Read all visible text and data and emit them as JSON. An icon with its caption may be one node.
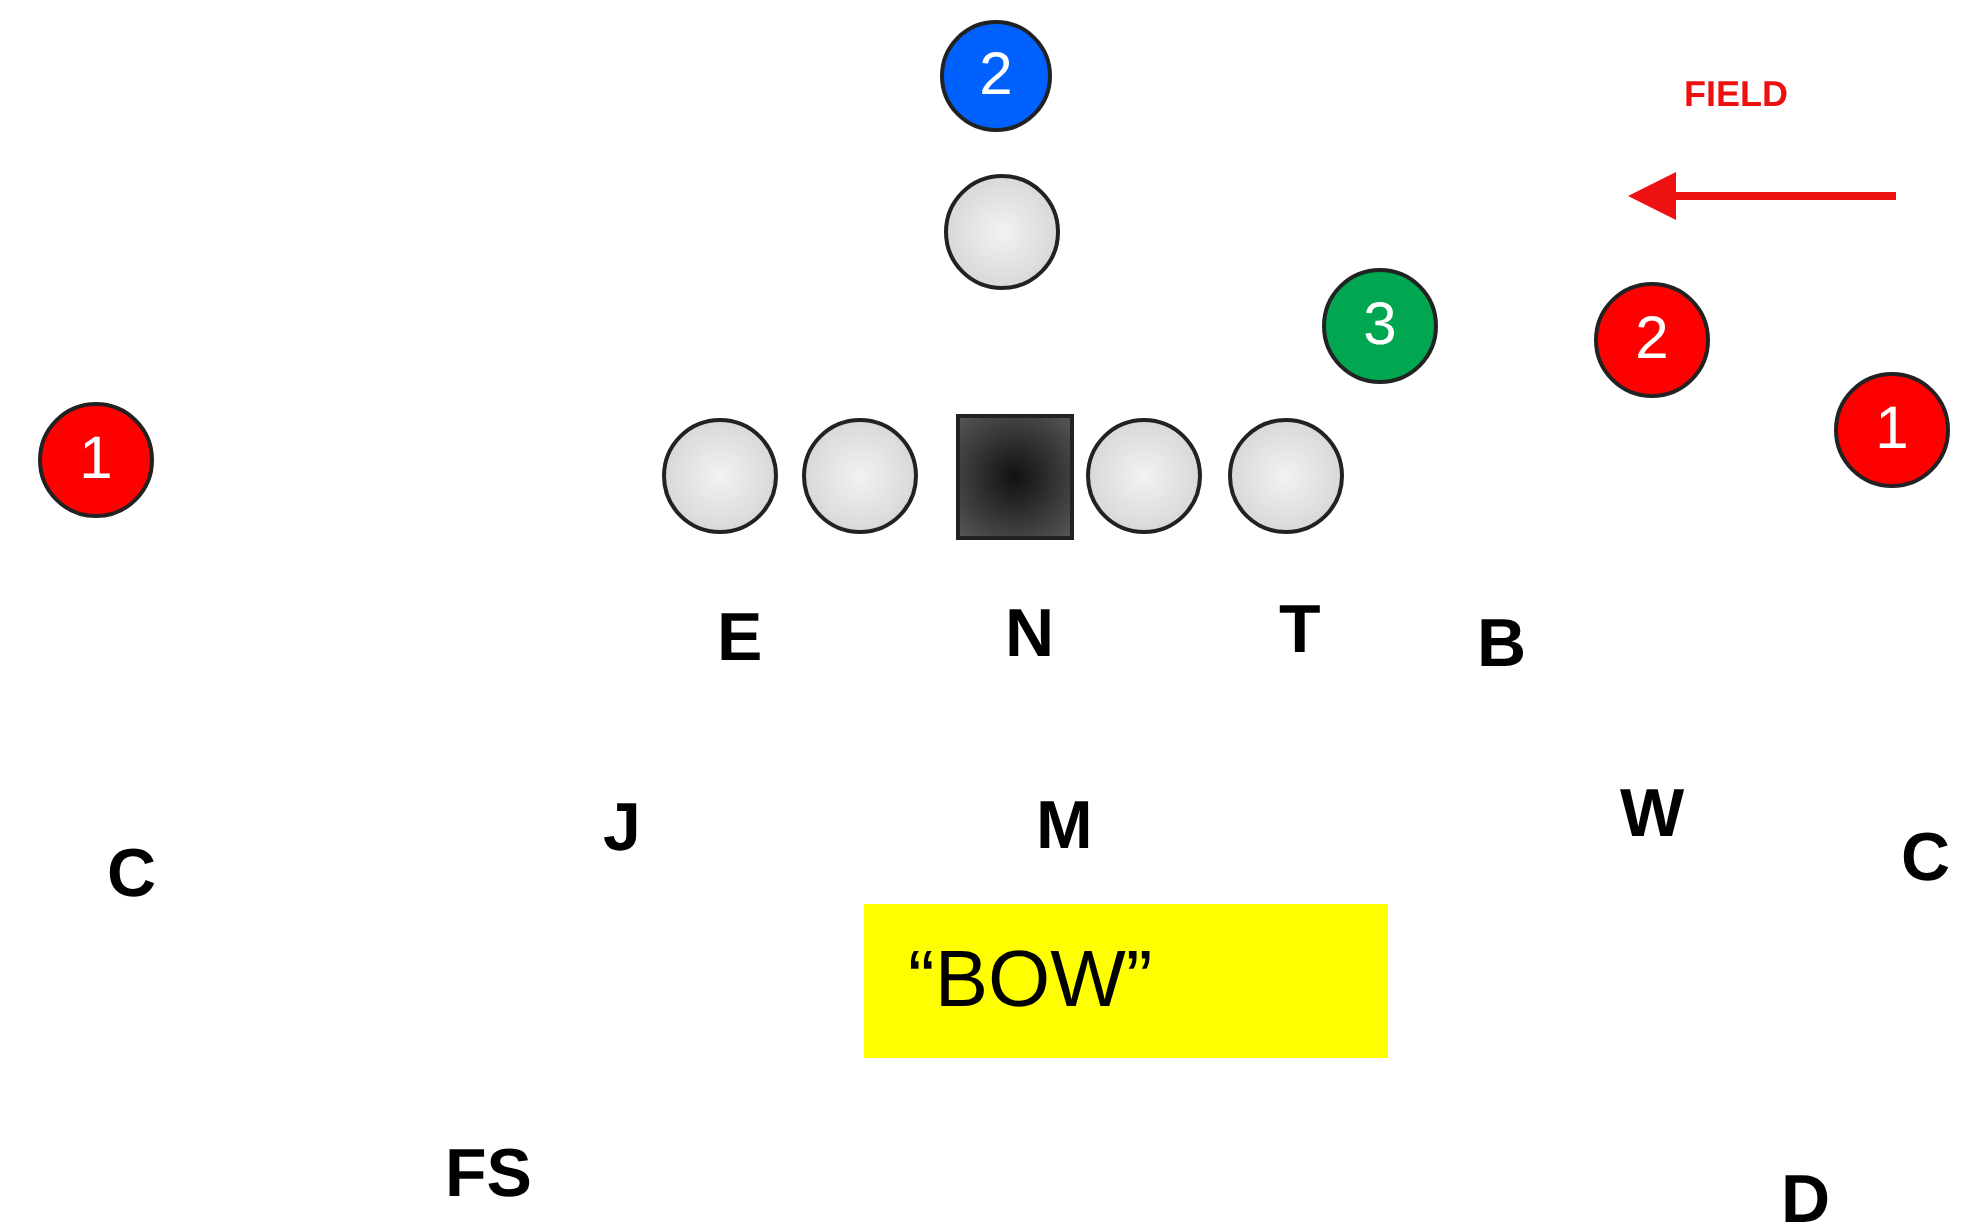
{
  "diagram": {
    "nodes": [
      {
        "text": [
          "2"
        ]
      },
      {
        "text": [],
        "shape": "circle"
      },
      {
        "text": [
          "3"
        ]
      },
      {
        "text": [
          "2"
        ]
      },
      {
        "text": [
          "1"
        ]
      },
      {
        "text": [],
        "shape": "circle"
      },
      {
        "text": [],
        "shape": "circle"
      },
      {
        "text": [],
        "shape": "box"
      },
      {
        "text": [],
        "shape": "circle"
      },
      {
        "text": [],
        "shape": "circle"
      },
      {
        "text": [
          "1"
        ]
      },
      {
        "text": [
          "“BOW”"
        ]
      }
    ],
    "labels": [
      "FIELD",
      "E",
      "N",
      "T",
      "B",
      "J",
      "M",
      "W",
      "C",
      "C",
      "FS",
      "D"
    ]
  }
}
